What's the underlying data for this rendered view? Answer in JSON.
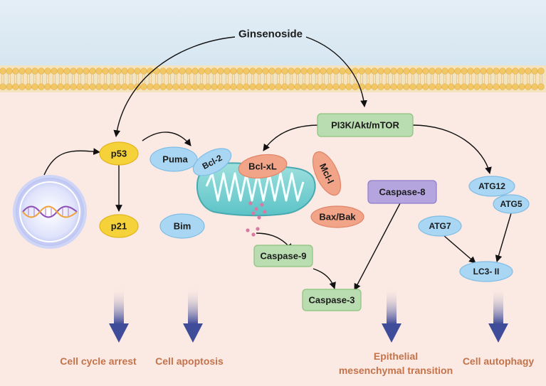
{
  "trigger": "Ginsenoside",
  "nodes": {
    "p53": "p53",
    "p21": "p21",
    "puma": "Puma",
    "bcl2": "Bcl-2",
    "bim": "Bim",
    "bclxl": "Bcl-xL",
    "mcl1": "Mcl-l",
    "baxbak": "Bax/Bak",
    "pi3k": "PI3K/Akt/mTOR",
    "caspase8": "Caspase-8",
    "caspase9": "Caspase-9",
    "caspase3": "Caspase-3",
    "atg12": "ATG12",
    "atg5": "ATG5",
    "atg7": "ATG7",
    "lc3": "LC3- II"
  },
  "outcomes": {
    "cell_cycle_arrest": "Cell cycle arrest",
    "cell_apoptosis": "Cell apoptosis",
    "emt_line1": "Epithelial",
    "emt_line2": "mesenchymal transition",
    "cell_autophagy": "Cell autophagy"
  },
  "colors": {
    "background": "#fbe9e3",
    "membrane_top": "#dde9f2",
    "yellow": "#f6d23a",
    "blue": "#a9d6f3",
    "salmon": "#f2a488",
    "green": "#b9ddb0",
    "purple": "#b5a5de",
    "outcome_text": "#c4734a",
    "down_arrow": "#3f4c99"
  }
}
